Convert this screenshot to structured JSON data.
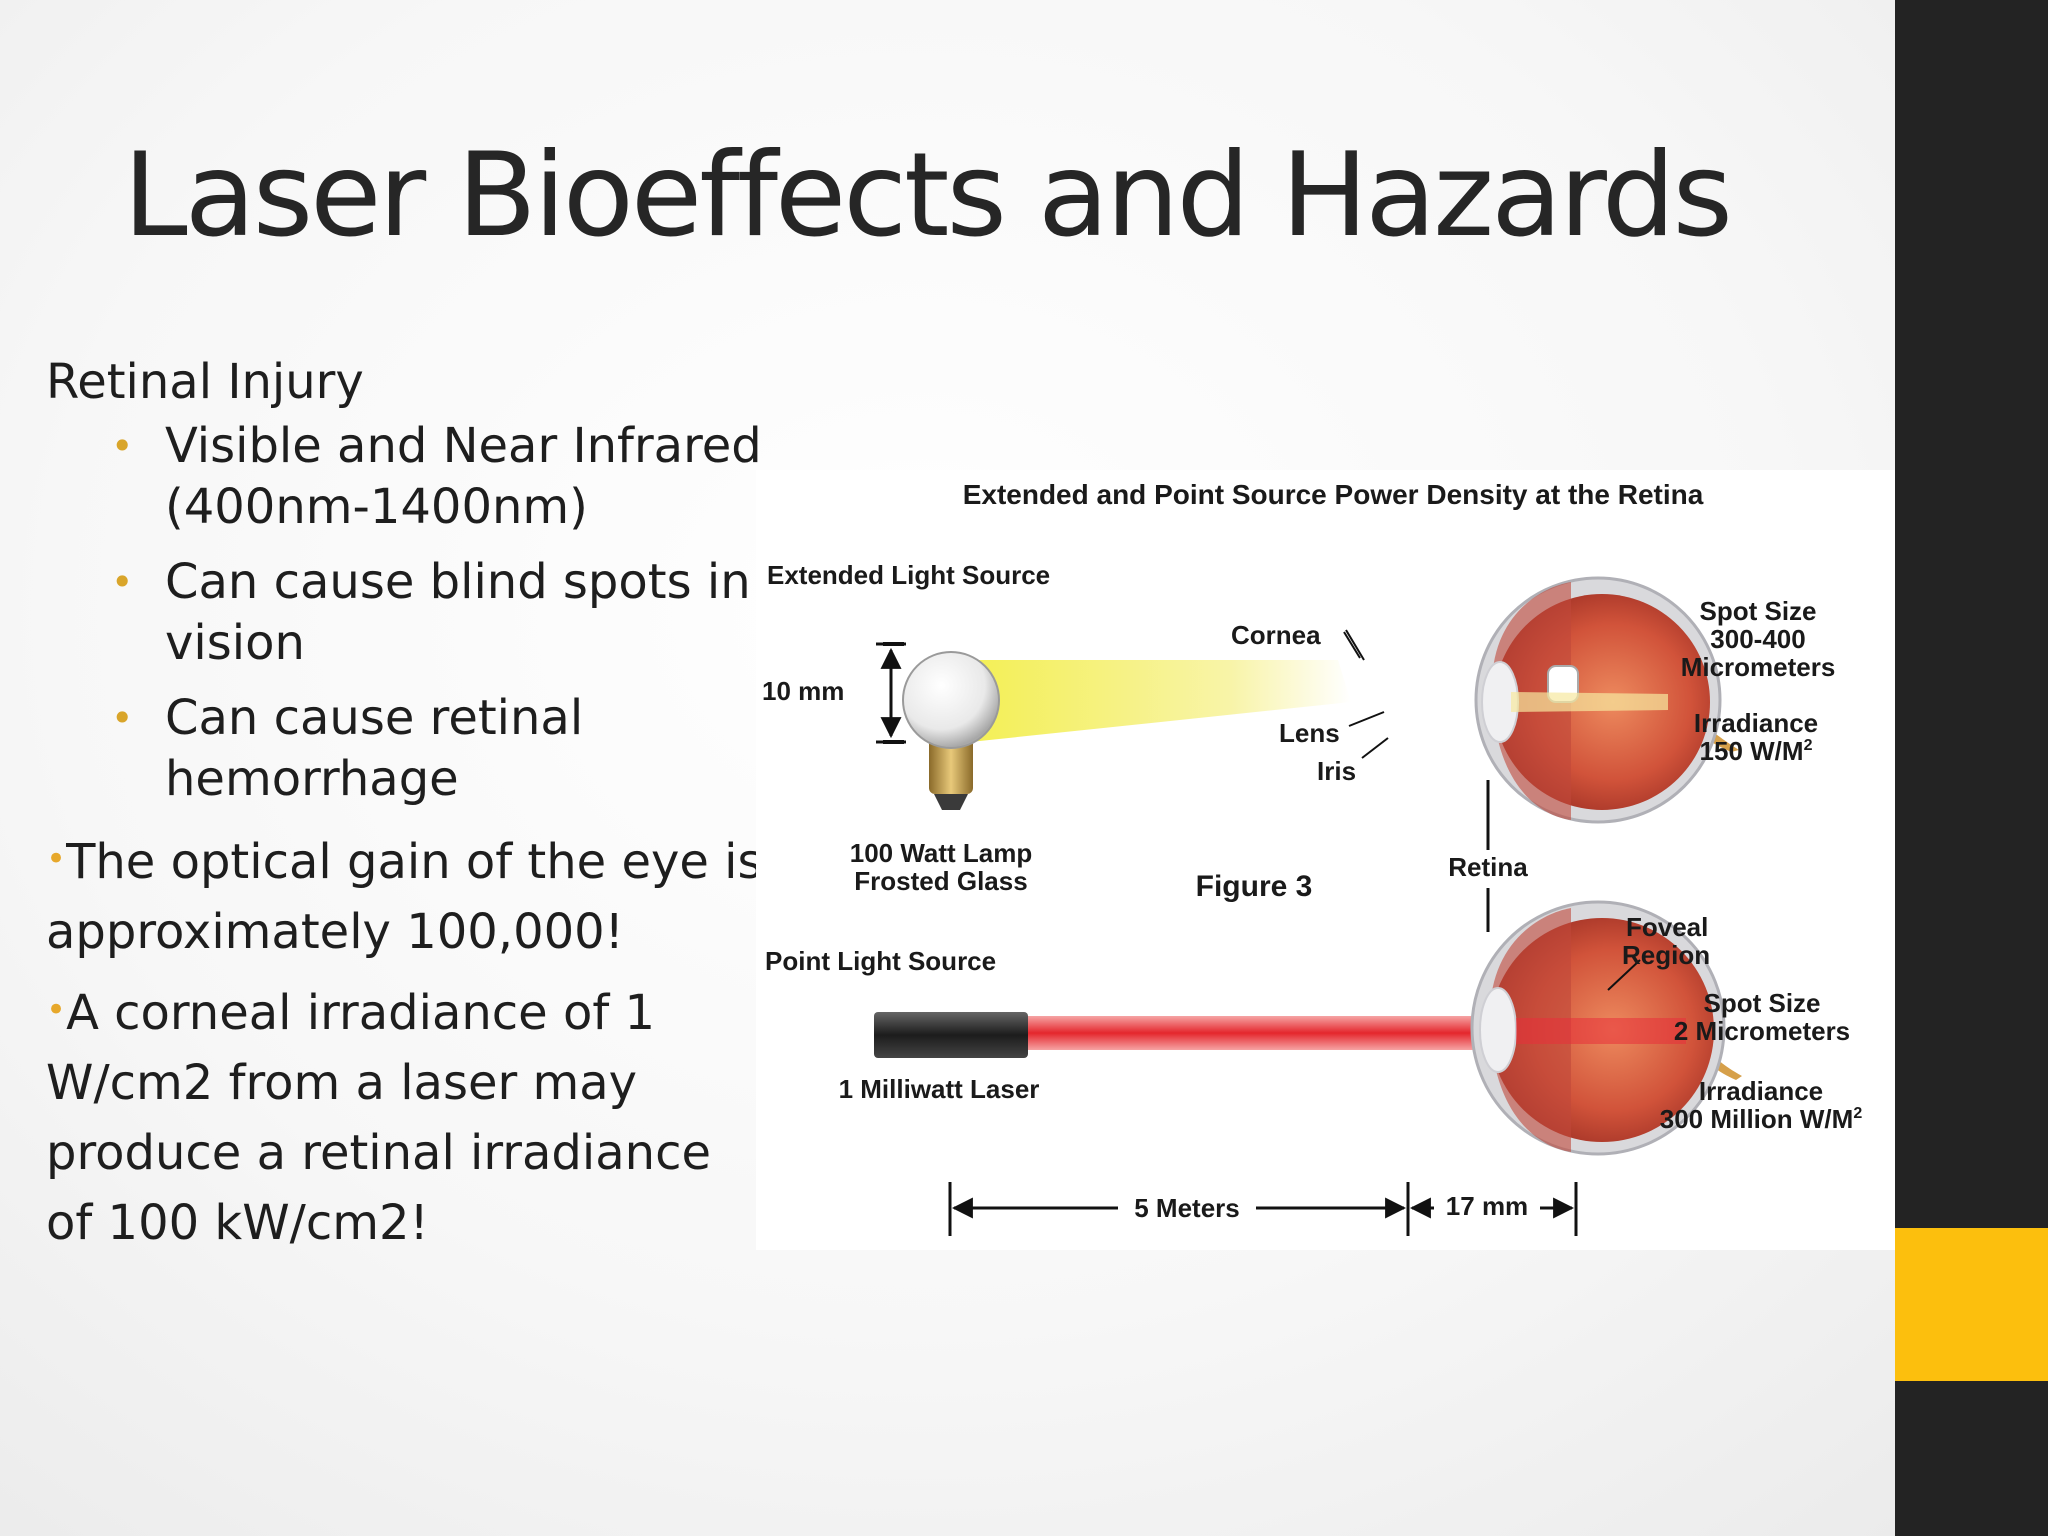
{
  "slide": {
    "title": "Laser Bioeffects and Hazards",
    "heading": "Retinal Injury",
    "bullet_char": "•",
    "sub_bullets": [
      "Visible and Near Infrared (400nm-1400nm)",
      "Can cause blind spots in vision",
      "Can cause retinal hemorrhage"
    ],
    "paragraphs": [
      "The optical gain of the eye is approximately 100,000!",
      "A corneal irradiance of 1 W/cm2 from a laser may produce a retinal irradiance of 100 kW/cm2!"
    ],
    "colors": {
      "accent": "#fcbf0d",
      "sidebar": "#232323",
      "bullet": "#d9a52a"
    }
  },
  "figure": {
    "title": "Extended and Point Source Power Density at the Retina",
    "extended_source": "Extended Light Source",
    "lamp_size": "10 mm",
    "lamp_label_1": "100 Watt Lamp",
    "lamp_label_2": "Frosted Glass",
    "cornea": "Cornea",
    "lens": "Lens",
    "iris": "Iris",
    "retina": "Retina",
    "figure_caption": "Figure 3",
    "spot1_line1": "Spot Size",
    "spot1_line2": "300-400",
    "spot1_line3": "Micrometers",
    "irr1_line1": "Irradiance",
    "irr1_line2": "150 W/M",
    "sup2": "2",
    "point_source": "Point Light Source",
    "laser_label": "1 Milliwatt Laser",
    "foveal_1": "Foveal",
    "foveal_2": "Region",
    "spot2_line1": "Spot Size",
    "spot2_line2": "2 Micrometers",
    "irr2_line1": "Irradiance",
    "irr2_line2": "300 Million W/M",
    "distance": "5 Meters",
    "eye_length": "17 mm"
  }
}
